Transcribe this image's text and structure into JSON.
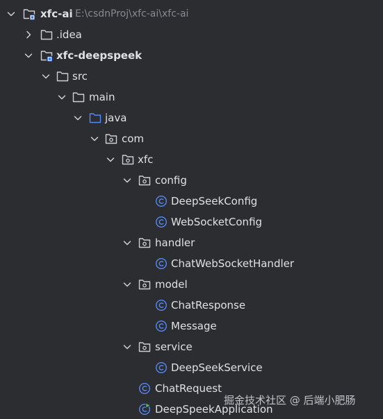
{
  "project": {
    "name": "xfc-ai",
    "path": "E:\\csdnProj\\xfc-ai\\xfc-ai"
  },
  "tree": {
    "idea": ".idea",
    "module": "xfc-deepspeek",
    "src": "src",
    "main": "main",
    "java": "java",
    "com": "com",
    "xfc": "xfc",
    "config": "config",
    "config_files": [
      "DeepSeekConfig",
      "WebSocketConfig"
    ],
    "handler": "handler",
    "handler_files": [
      "ChatWebSocketHandler"
    ],
    "model": "model",
    "model_files": [
      "ChatResponse",
      "Message"
    ],
    "service": "service",
    "service_files": [
      "DeepSeekService"
    ],
    "root_files": [
      "ChatRequest",
      "DeepSpeekApplication"
    ]
  },
  "watermark": "掘金技术社区 @ 后端小肥肠",
  "colors": {
    "background": "#2b2d30",
    "text": "#dfe1e5",
    "muted": "#868a91",
    "class_icon": "#548af7",
    "module_badge": "#3574f0",
    "run_badge": "#5fb865"
  },
  "icons": {
    "expanded": "chevron-down-icon",
    "collapsed": "chevron-right-icon",
    "folder": "folder-icon",
    "module": "module-folder-icon",
    "source_root": "source-root-folder-icon",
    "package": "package-icon",
    "class": "class-icon",
    "main_class": "main-class-icon"
  }
}
